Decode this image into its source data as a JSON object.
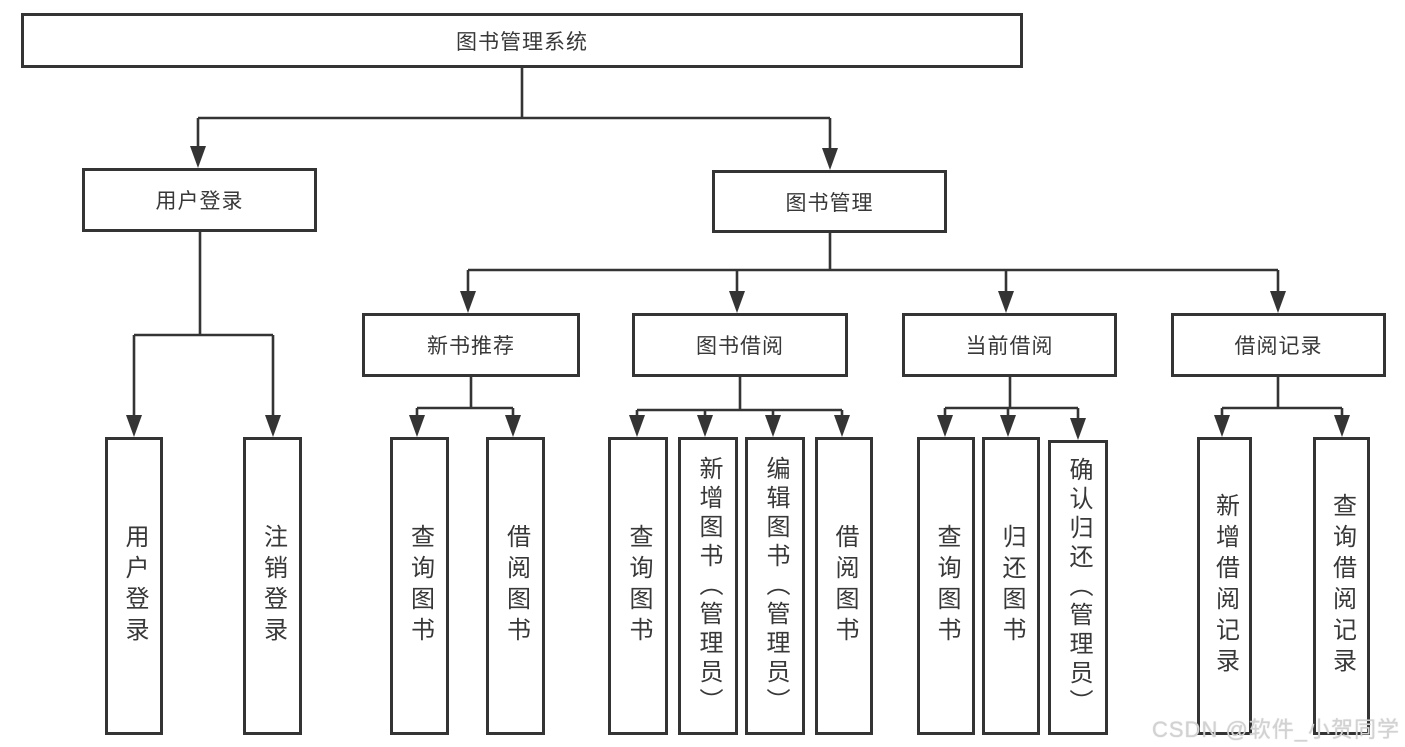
{
  "tree": {
    "label": "图书管理系统",
    "children": [
      {
        "label": "用户登录",
        "children": [
          {
            "label": "用户登录"
          },
          {
            "label": "注销登录"
          }
        ]
      },
      {
        "label": "图书管理",
        "children": [
          {
            "label": "新书推荐",
            "children": [
              {
                "label": "查询图书"
              },
              {
                "label": "借阅图书"
              }
            ]
          },
          {
            "label": "图书借阅",
            "children": [
              {
                "label": "查询图书"
              },
              {
                "label": "新增图书（管理员）"
              },
              {
                "label": "编辑图书（管理员）"
              },
              {
                "label": "借阅图书"
              }
            ]
          },
          {
            "label": "当前借阅",
            "children": [
              {
                "label": "查询图书"
              },
              {
                "label": "归还图书"
              },
              {
                "label": "确认归还（管理员）"
              }
            ]
          },
          {
            "label": "借阅记录",
            "children": [
              {
                "label": "新增借阅记录"
              },
              {
                "label": "查询借阅记录"
              }
            ]
          }
        ]
      }
    ]
  },
  "watermark": "CSDN @软件_小贺同学",
  "colors": {
    "line": "#343434",
    "text": "#383838",
    "background": "#ffffff",
    "watermark": "#d2d2d2"
  }
}
